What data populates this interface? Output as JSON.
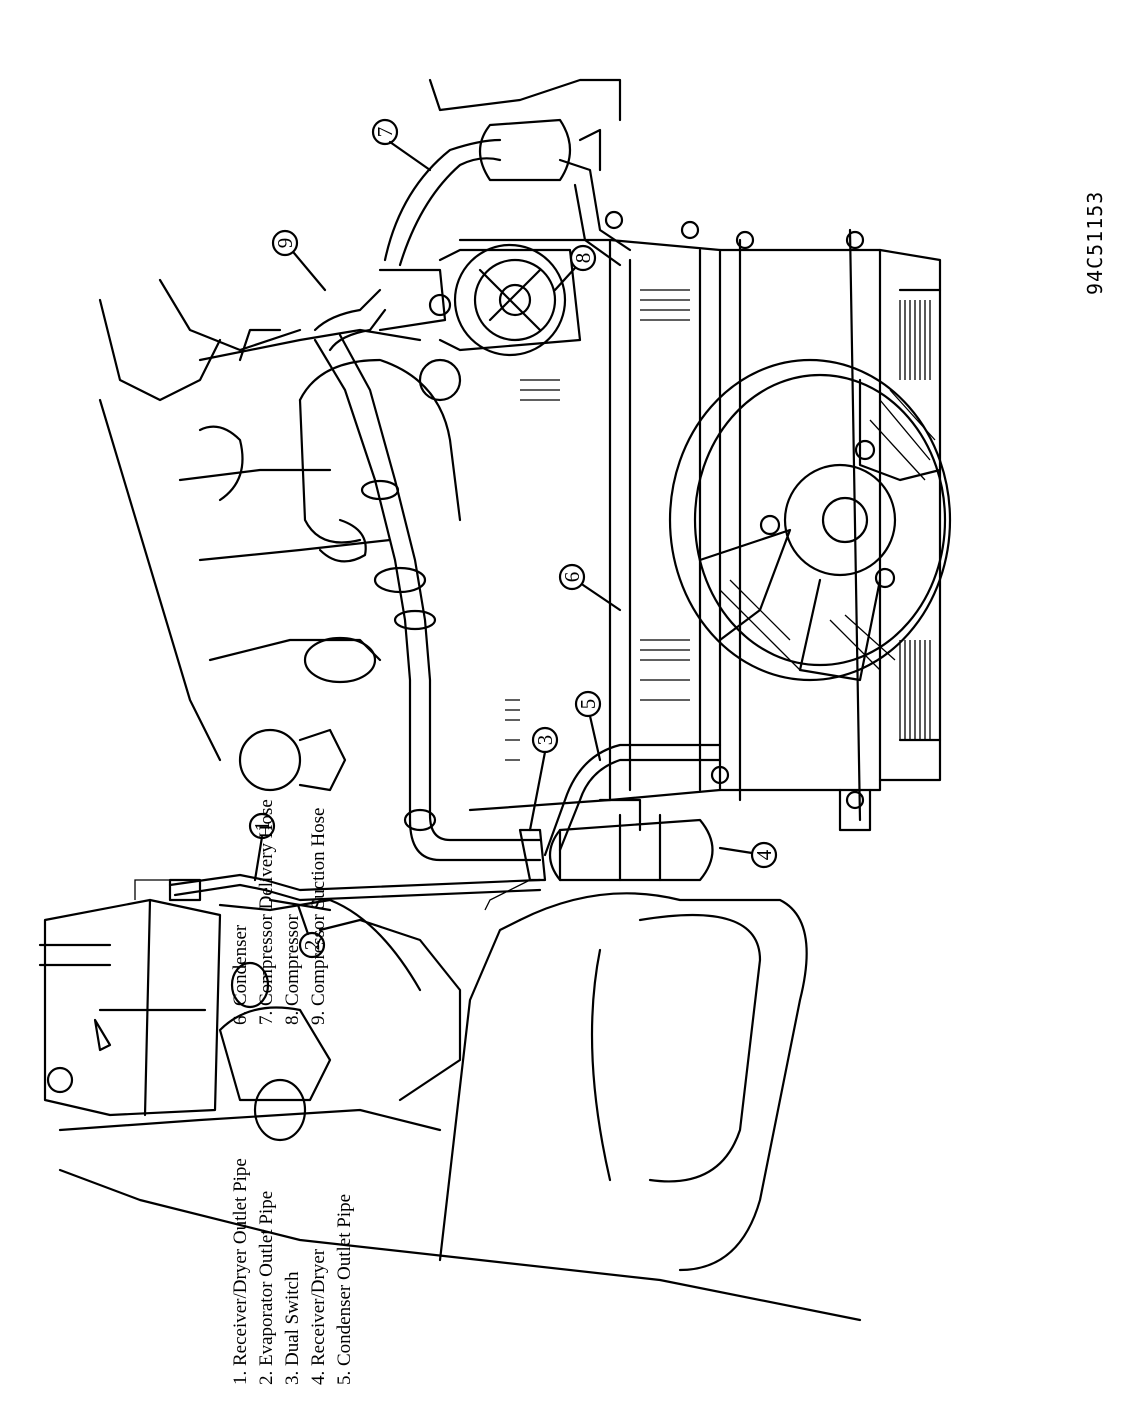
{
  "reference_code": "94C51153",
  "legend": [
    {
      "num": "1",
      "text": "1. Receiver/Dryer Outlet Pipe"
    },
    {
      "num": "2",
      "text": "2. Evaporator Outlet Pipe"
    },
    {
      "num": "3",
      "text": "3. Dual Switch"
    },
    {
      "num": "4",
      "text": "4. Receiver/Dryer"
    },
    {
      "num": "5",
      "text": "5. Condenser Outlet Pipe"
    },
    {
      "num": "6",
      "text": "6. Condenser"
    },
    {
      "num": "7",
      "text": "7. Compressor Delivery Hose"
    },
    {
      "num": "8",
      "text": "8. Compressor"
    },
    {
      "num": "9",
      "text": "9. Compressor Suction Hose"
    }
  ],
  "callouts": [
    "1",
    "2",
    "3",
    "4",
    "5",
    "6",
    "7",
    "8",
    "9"
  ]
}
